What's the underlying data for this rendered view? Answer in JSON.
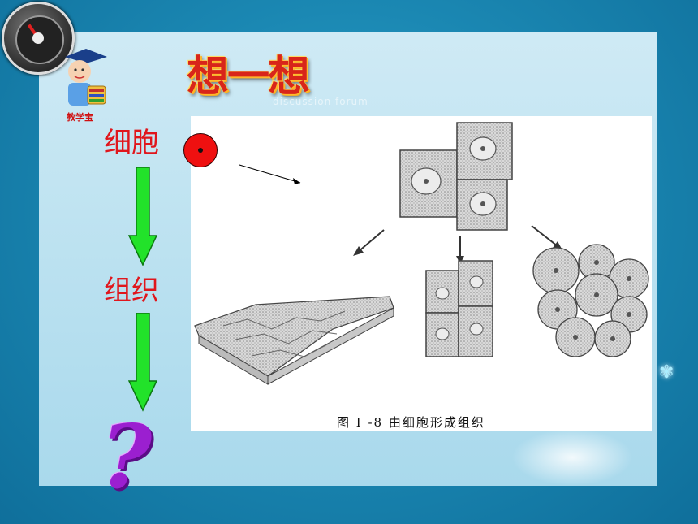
{
  "logo_label": "教学宝",
  "title": "想一想",
  "subtitle": "discussion forum",
  "labels": {
    "cell": "细胞",
    "tissue": "组织"
  },
  "question_mark": "?",
  "figure_caption": "图 I -8   由细胞形成组织",
  "colors": {
    "label_red": "#e0161c",
    "arrow_green": "#22e22a",
    "question_purple": "#9b1fd0",
    "background_blue": "#1b88b3"
  }
}
